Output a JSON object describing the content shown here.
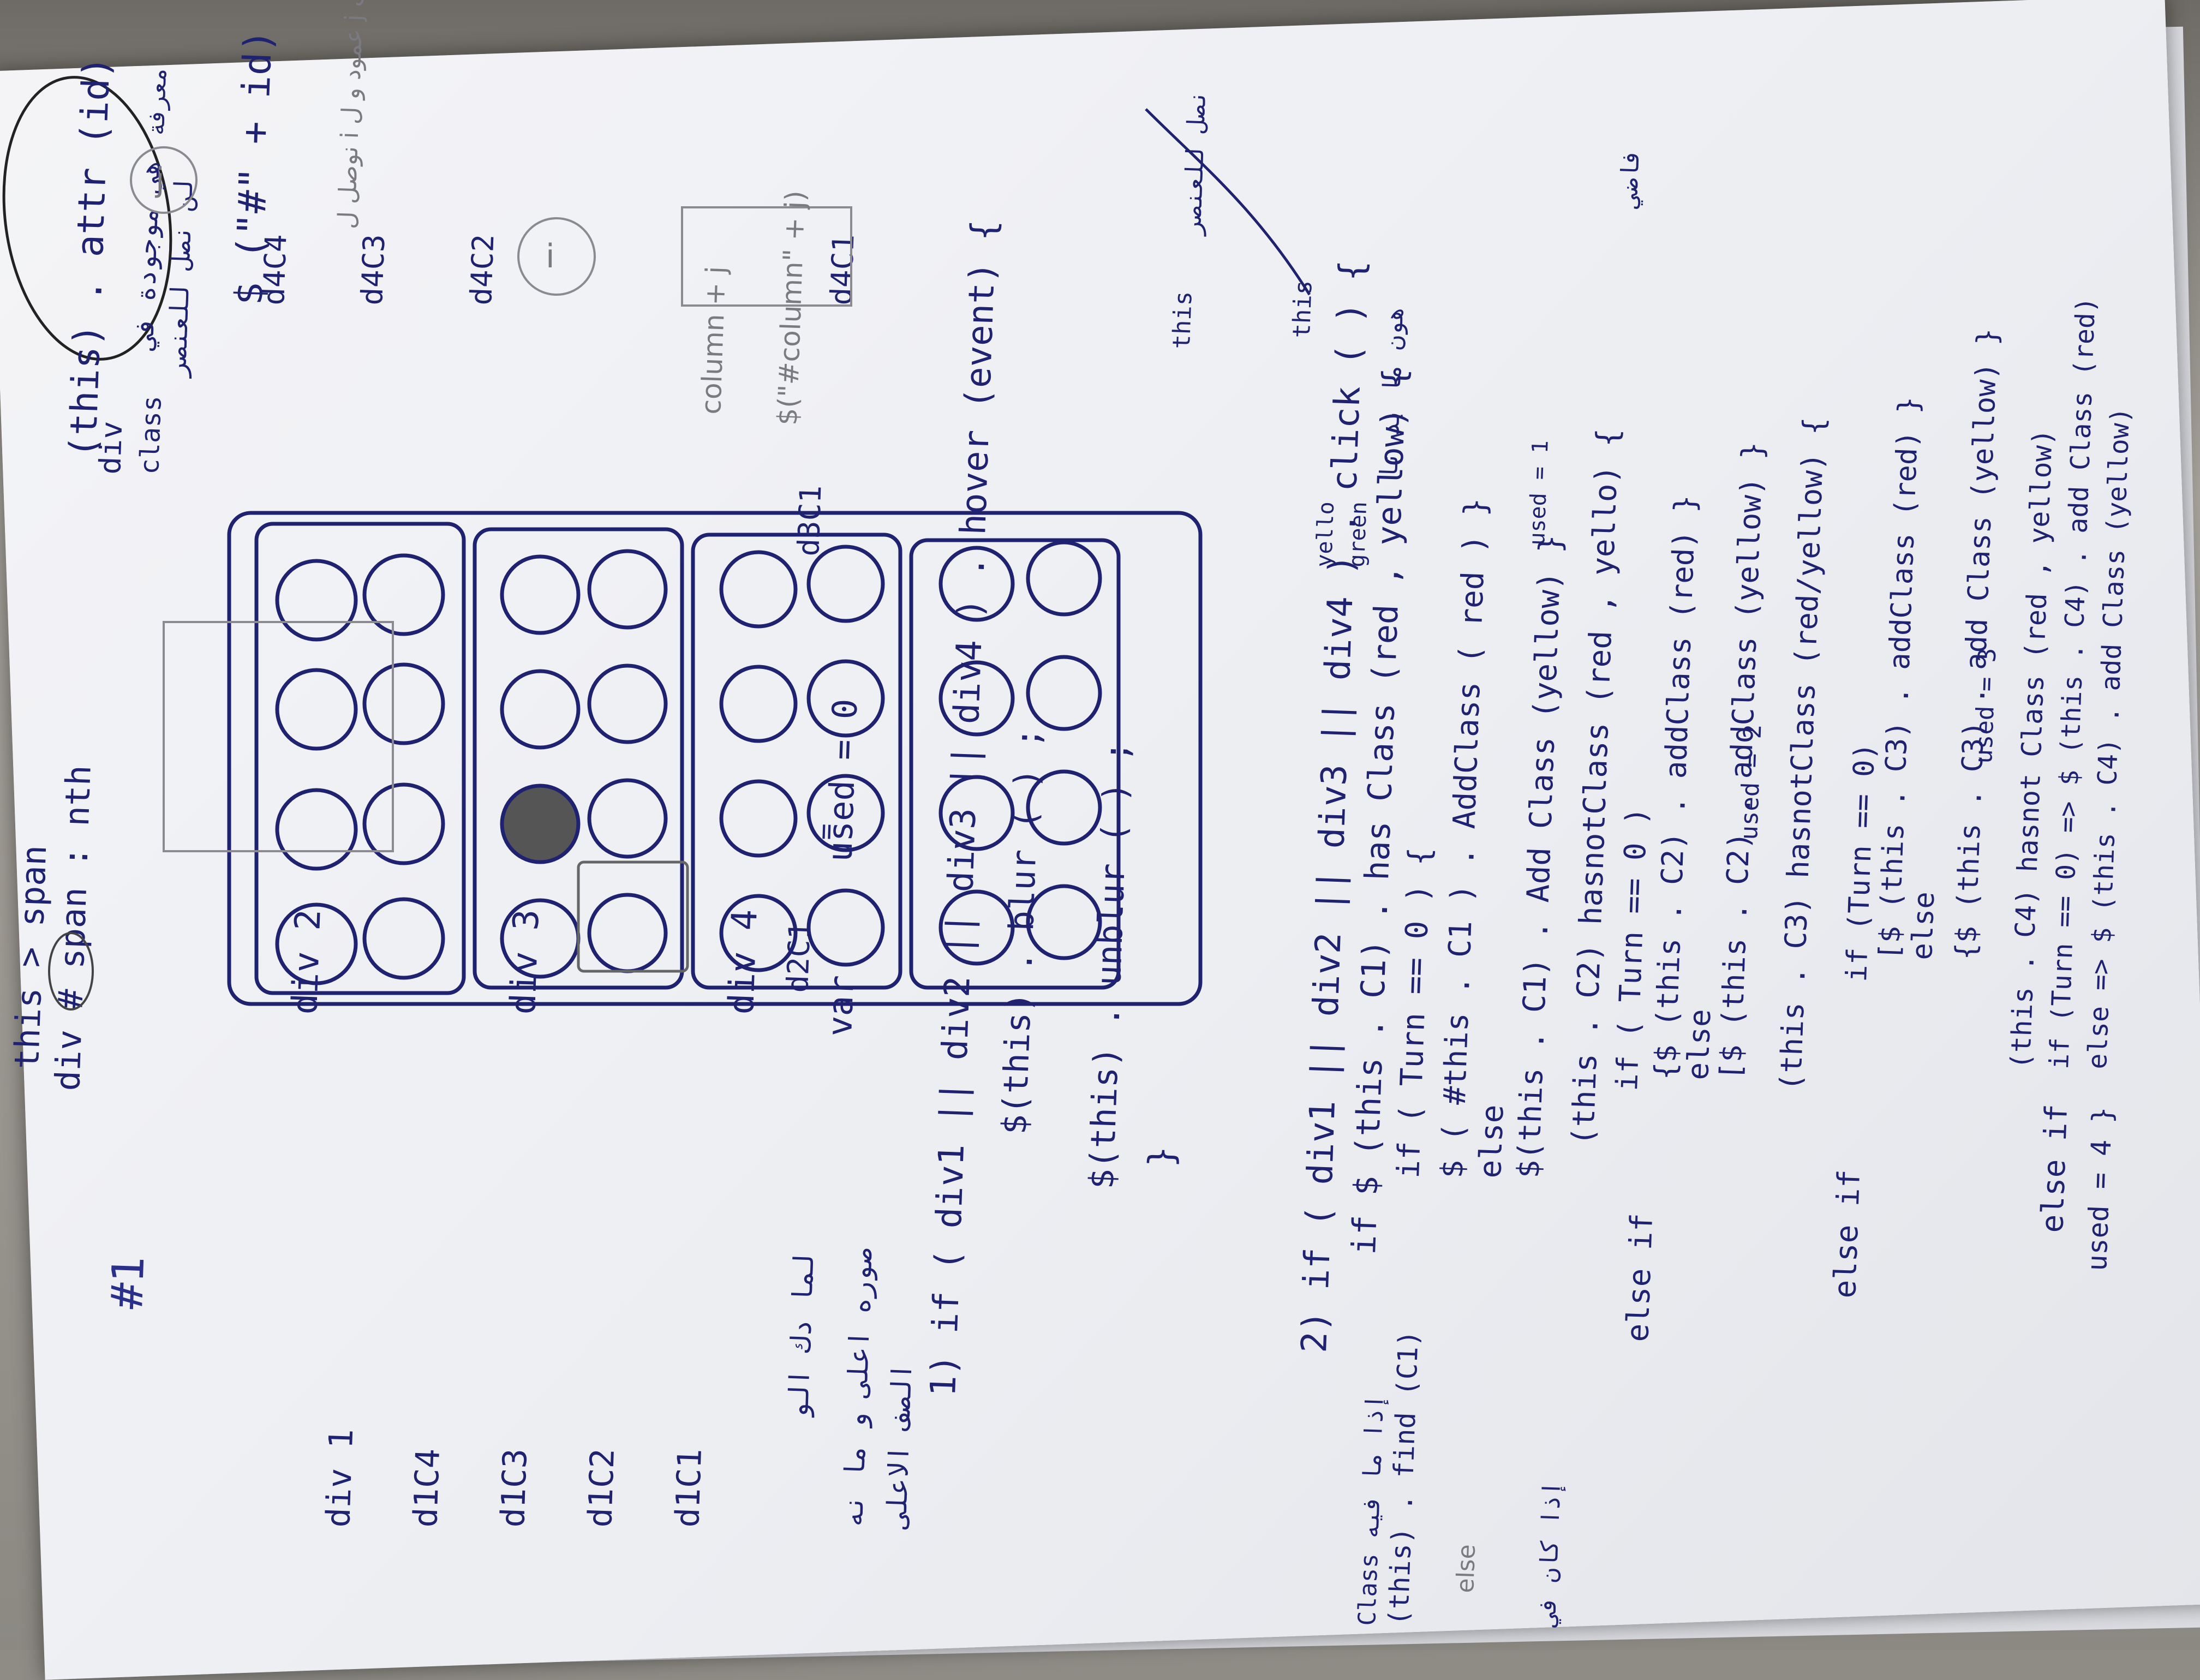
{
  "page": {
    "heading_mark": "#1",
    "top_notes": {
      "line1": "this > span",
      "line2": "div # span : nth"
    },
    "top_right_notes": {
      "attr_line": "(this) . attr (id)",
      "arabic_upper": "هي موجودة في",
      "div_label": "div",
      "class_label": "class",
      "arabic_lower": "لن نصل للعنصر",
      "id_selector": "$ (\"#\" + id)",
      "arabic_side": "معرفة"
    },
    "grid": {
      "column_labels": [
        "div 2",
        "div 3",
        "div 4"
      ],
      "top_left_label": "div 1",
      "left_labels": [
        "div 1",
        "d1C4",
        "d1C3",
        "d1C2",
        "d1C1"
      ],
      "cell_labels": [
        "d2C1",
        "d3C1",
        "d4C1",
        "d4C2",
        "d4C3",
        "d4C4"
      ],
      "equals_mark": "="
    },
    "side_sketch": {
      "col_note_1": "column + j",
      "col_note_2": "$(\"#column\" + j)",
      "letter_j": "j",
      "letter_i": "i",
      "arabic_note": "نوصل ل i عمود و ل j صف"
    },
    "var_line": {
      "var": "var",
      "used": "used = 0"
    },
    "arabic_note_block": {
      "line1": "لما دك الو",
      "line2": "صوره اعلى و ما نه",
      "line3": "الصف الاعلى"
    },
    "hover_line": "1) if ( div1 || div2 || div3 || div4 ) . hover (event) {",
    "blur_line": "$(this) . blur ( ) ;",
    "unblur_line": "$(this) . unblur ( ) ;",
    "closing_brace": "}",
    "click_block": {
      "line1": "2) if ( div1 || div2 || div3 || div4 ) . click ( ) {",
      "line2": "if $ (this . C1) . has Class (red , yellow) {",
      "line3": "if ( Turn == 0 ) {",
      "line4": "$ ( #this . C1 ) . AddClass ( red ) }",
      "line5": "else",
      "line6": "$(this . C1) . Add Class (yellow) }",
      "line7": "(this . C2) hasnotClass (red , yello) {",
      "line8": "if ( Turn == 0 )",
      "line9": "{$ (this . C2) . addClass (red) }",
      "line10": "else",
      "line11": "[$ (this . C2) . addClass (yellow) }",
      "line12": "used = 2",
      "line13": "(this . C3) hasnotClass (red/yellow) {",
      "line14": "if (Turn == 0)",
      "line15": "[$ (this . C3) . addClass (red) }",
      "line16": "else",
      "line17": "{$ (this . C3) . add Class (yellow) }",
      "line18": "used = 3",
      "line19": "(this . C4) hasnot Class (red , yellow)",
      "line20": "if (Turn == 0) => $ (this . C4) . add Class (red)",
      "line21": "else => $ (this . C4) . add Class (yellow)",
      "used4": "used = 4 }",
      "else_1": "else if",
      "else_2": "else if",
      "else_3": "else if",
      "left_margin_1": "(this) . find (C1)",
      "left_margin_2": "Class إذا ما فيه",
      "left_margin_3": "إذا كان في",
      "left_margin_4": "else"
    },
    "right_side_notes": {
      "this_1": "this",
      "this_2": "this",
      "arabic_1": "نصل للعنصر",
      "arabic_2": "هون ما بد نا",
      "word_yellow": "yello",
      "word_green": "green",
      "used_1": "used = 1",
      "arabic_3": "فاضي"
    }
  }
}
